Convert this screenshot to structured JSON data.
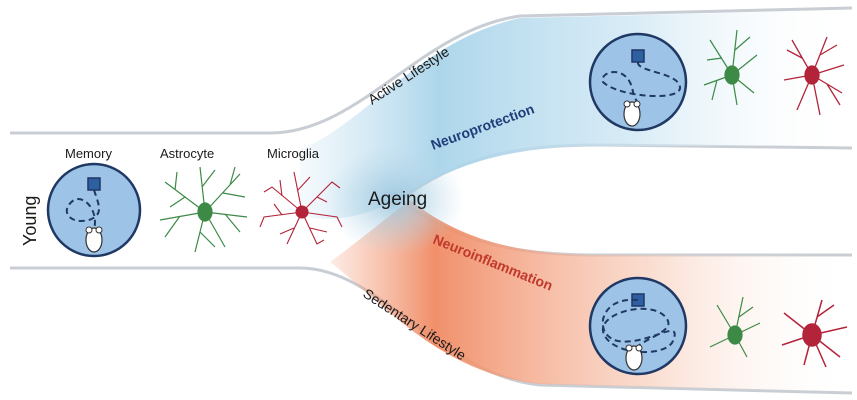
{
  "labels": {
    "young": "Young",
    "memory": "Memory",
    "astrocyte": "Astrocyte",
    "microglia": "Microglia",
    "ageing": "Ageing",
    "active_lifestyle": "Active Lifestyle",
    "sedentary_lifestyle": "Sedentary Lifestyle",
    "neuroprotection": "Neuroprotection",
    "neuroinflammation": "Neuroinflammation"
  },
  "colors": {
    "pathway_edge": "#c9ced4",
    "maze_fill": "#9dc3e6",
    "maze_stroke": "#1f3864",
    "astrocyte": "#3c8a46",
    "microglia": "#b3243a",
    "neuroprotection_glow": "#a9d4ea",
    "neuroinflammation_glow": "#f08a63",
    "neuroprotection_text": "#1f3e7a",
    "neuroinflammation_text": "#c0392b"
  },
  "icons": [
    "water-maze-icon",
    "mouse-icon",
    "platform-icon",
    "astrocyte-icon",
    "microglia-icon"
  ]
}
